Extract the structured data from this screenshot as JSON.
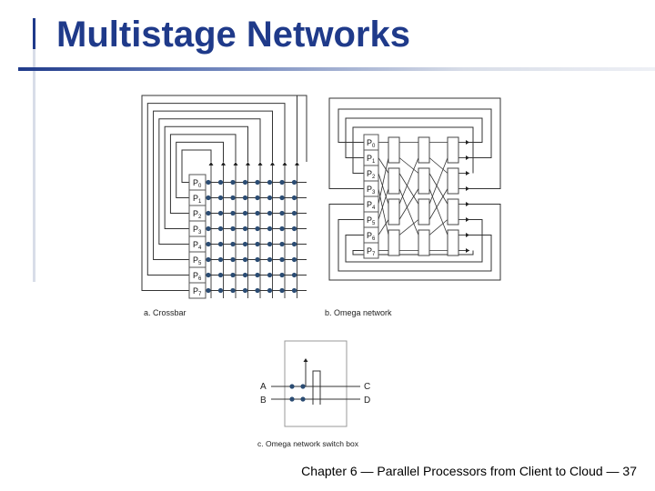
{
  "slide": {
    "title": "Multistage Networks",
    "footer": "Chapter 6 — Parallel Processors from Client to Cloud — 37",
    "accent_color": "#1f3a8a"
  },
  "diagram": {
    "crossbar": {
      "caption": "a. Crossbar",
      "processors": [
        "P0",
        "P1",
        "P2",
        "P3",
        "P4",
        "P5",
        "P6",
        "P7"
      ]
    },
    "omega": {
      "caption": "b. Omega network",
      "processors": [
        "P0",
        "P1",
        "P2",
        "P3",
        "P4",
        "P5",
        "P6",
        "P7"
      ]
    },
    "switch_box": {
      "caption": "c. Omega network switch box",
      "inputs": [
        "A",
        "B"
      ],
      "outputs": [
        "C",
        "D"
      ]
    }
  }
}
